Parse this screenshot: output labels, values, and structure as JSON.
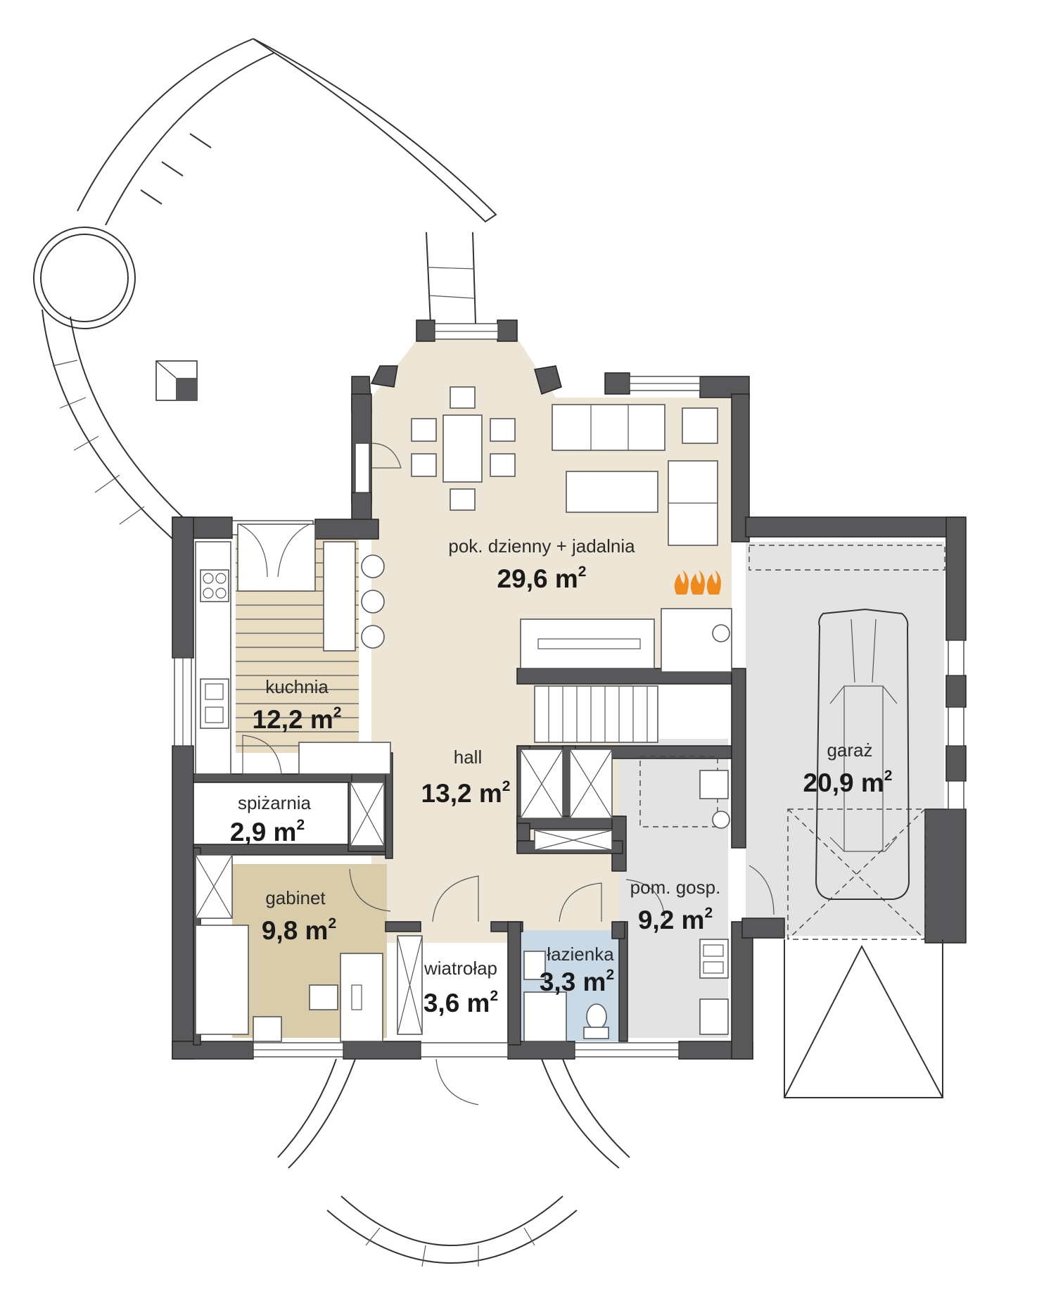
{
  "rooms": {
    "living": {
      "name": "pok. dzienny + jadalnia",
      "area": "29,6 m",
      "unit_exp": "2"
    },
    "kitchen": {
      "name": "kuchnia",
      "area": "12,2 m",
      "unit_exp": "2"
    },
    "hall": {
      "name": "hall",
      "area": "13,2 m",
      "unit_exp": "2"
    },
    "pantry": {
      "name": "spiżarnia",
      "area": "2,9 m",
      "unit_exp": "2"
    },
    "office": {
      "name": "gabinet",
      "area": "9,8 m",
      "unit_exp": "2"
    },
    "vestibule": {
      "name": "wiatrołap",
      "area": "3,6 m",
      "unit_exp": "2"
    },
    "bathroom": {
      "name": "łazienka",
      "area": "3,3 m",
      "unit_exp": "2"
    },
    "utility": {
      "name": "pom. gosp.",
      "area": "9,2 m",
      "unit_exp": "2"
    },
    "garage": {
      "name": "garaż",
      "area": "20,9 m",
      "unit_exp": "2"
    }
  },
  "colors": {
    "living_floor": "#ede6d6",
    "office_floor": "#d9ccaa",
    "utility_floor": "#e3e3e3",
    "bathroom_floor": "#c9d9e6",
    "kitchen_floor": "#e8dcc2",
    "wall": "#58585a",
    "fire": "#f08a1c"
  }
}
